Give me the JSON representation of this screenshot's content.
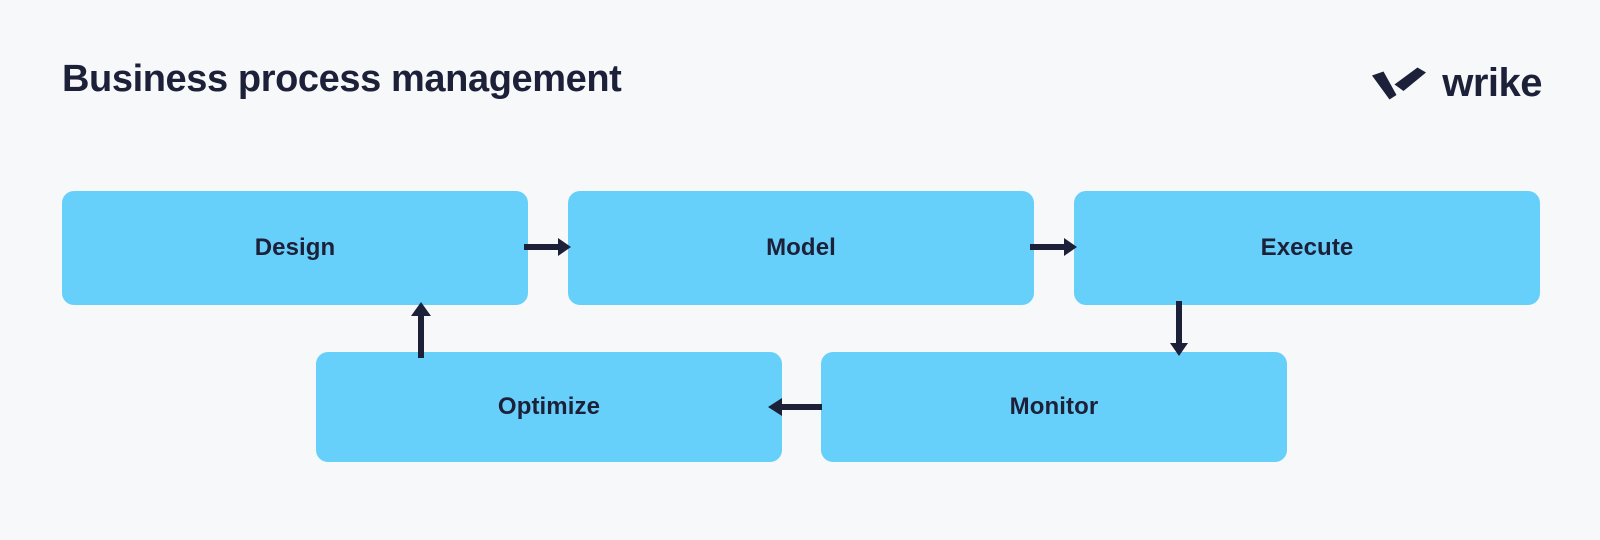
{
  "page": {
    "title": "Business process management",
    "background_color": "#f7f8fa",
    "text_color": "#1c2139"
  },
  "brand": {
    "name": "wrike",
    "mark_icon": "wrike-checkmark-icon",
    "color": "#1c2139"
  },
  "diagram": {
    "type": "cycle-flowchart",
    "box_fill_color": "#66cffa",
    "box_label_color": "#1c2139",
    "arrow_color": "#1c2139",
    "nodes": [
      {
        "id": "design",
        "label": "Design",
        "row": "top",
        "order": 1
      },
      {
        "id": "model",
        "label": "Model",
        "row": "top",
        "order": 2
      },
      {
        "id": "execute",
        "label": "Execute",
        "row": "top",
        "order": 3
      },
      {
        "id": "monitor",
        "label": "Monitor",
        "row": "bottom",
        "order": 4
      },
      {
        "id": "optimize",
        "label": "Optimize",
        "row": "bottom",
        "order": 5
      }
    ],
    "edges": [
      {
        "from": "design",
        "to": "model",
        "direction": "right"
      },
      {
        "from": "model",
        "to": "execute",
        "direction": "right"
      },
      {
        "from": "execute",
        "to": "monitor",
        "direction": "down"
      },
      {
        "from": "monitor",
        "to": "optimize",
        "direction": "left"
      },
      {
        "from": "optimize",
        "to": "design",
        "direction": "up"
      }
    ]
  }
}
